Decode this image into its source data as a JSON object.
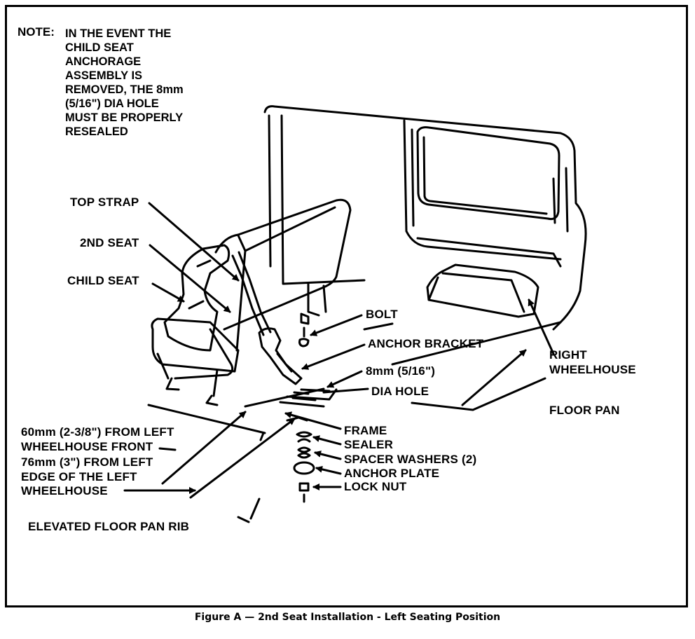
{
  "note": {
    "key": "NOTE:",
    "lines": [
      "IN THE EVENT THE",
      "CHILD SEAT",
      "ANCHORAGE",
      "ASSEMBLY IS",
      "REMOVED, THE 8mm",
      "(5/16\") DIA HOLE"
    ],
    "must": "MUST",
    "must_rest": "BE PROPERLY",
    "last": "RESEALED"
  },
  "labels": {
    "top_strap": "TOP STRAP",
    "second_seat": "2ND SEAT",
    "child_seat": "CHILD SEAT",
    "bolt": "BOLT",
    "anchor_bracket": "ANCHOR BRACKET",
    "hole_size": "8mm (5/16\")",
    "dia_hole": "DIA HOLE",
    "right_wheelhouse_1": "RIGHT",
    "right_wheelhouse_2": "WHEELHOUSE",
    "floor_pan": "FLOOR PAN",
    "frame": "FRAME",
    "sealer": "SEALER",
    "spacer_washers": "SPACER WASHERS (2)",
    "anchor_plate": "ANCHOR PLATE",
    "lock_nut": "LOCK NUT",
    "dist_1": "60mm (2-3/8\") FROM LEFT",
    "dist_2": "WHEELHOUSE FRONT",
    "dist_3": "76mm (3\") FROM LEFT",
    "dist_4": "EDGE OF THE LEFT",
    "dist_5": "WHEELHOUSE",
    "rib": "ELEVATED FLOOR PAN RIB"
  },
  "caption": "Figure A — 2nd Seat Installation - Left Seating Position"
}
